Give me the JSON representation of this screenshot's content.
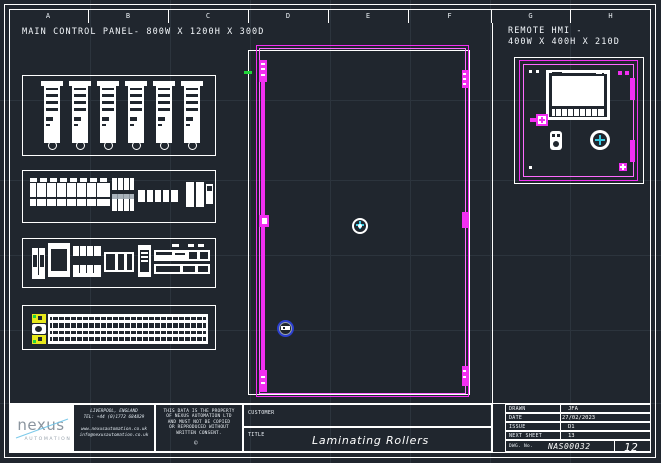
{
  "sheet": {
    "columns": [
      "A",
      "B",
      "C",
      "D",
      "E",
      "F",
      "G",
      "H"
    ]
  },
  "panels": {
    "main": {
      "title": "MAIN CONTROL PANEL- 800W X 1200H X 300D",
      "rows": [
        {
          "name": "vfd-row",
          "count": 6,
          "label": "variable frequency drives"
        },
        {
          "name": "breaker-row",
          "label": "miniature circuit breakers and contactors"
        },
        {
          "name": "plc-row",
          "label": "plc and relay modules"
        },
        {
          "name": "terminal-row",
          "label": "terminal rail"
        }
      ]
    },
    "enclosure": {
      "title_line1": "",
      "fan_label": "cooling-fan",
      "lock_label": "door-lock"
    },
    "hmi": {
      "title_line1": "REMOTE HMI -",
      "title_line2": "400W X 400H X 210D"
    }
  },
  "titleblock": {
    "company": {
      "name": "nexus",
      "sub": "AUTOMATION",
      "address": "LIVERPOOL, ENGLAND\nTEL: +44 (0)1772 684829\n\nwww.nexusautomation.co.uk\ninfo@nexusautomation.co.uk"
    },
    "notice": "THIS DATA IS THE PROPERTY\nOF NEXUS AUTOMATION LTD\nAND MUST NOT BE COPIED\nOR REPRODUCED WITHOUT\nWRITTEN CONSENT.",
    "notice_symbol": "©",
    "customer_label": "CUSTOMER",
    "customer_value": "",
    "title_label": "TITLE",
    "title_value": "Laminating Rollers",
    "fields": [
      {
        "label": "DRAWN",
        "value": "JFA"
      },
      {
        "label": "DATE",
        "value": "27/02/2023"
      },
      {
        "label": "ISSUE",
        "value": "D1"
      },
      {
        "label": "NEXT SHEET",
        "value": "13"
      }
    ],
    "dwg_label": "DWG. No.",
    "dwg_value": "NAS00032",
    "sheet_number": "12"
  },
  "colors": {
    "background": "#20262e",
    "line": "#ffffff",
    "enclosure": "#f22ff2",
    "earth_yellow": "#e8e81c",
    "earth_green": "#22d43a",
    "accent_blue": "#2b3fd0",
    "accent_cyan": "#37c8e0"
  }
}
